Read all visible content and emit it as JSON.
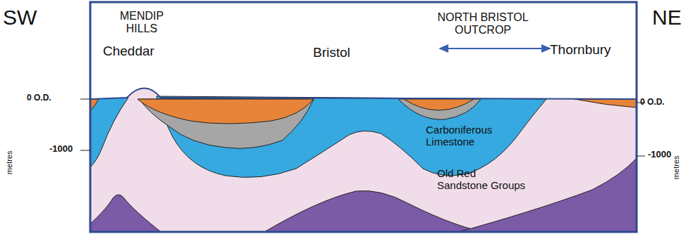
{
  "diagram": {
    "labels": [
      "SW",
      "MENDIP HILLS",
      "Cheddar",
      "Bristol",
      "NORTH BRISTOL OUTCROP",
      "Thornbury",
      "NE",
      "0 O.D.",
      "0 O.D.",
      "-1000",
      "-1000",
      "metres",
      "metres",
      "Carboniferous Limestone",
      "Old Red Sandstone Groups"
    ]
  }
}
